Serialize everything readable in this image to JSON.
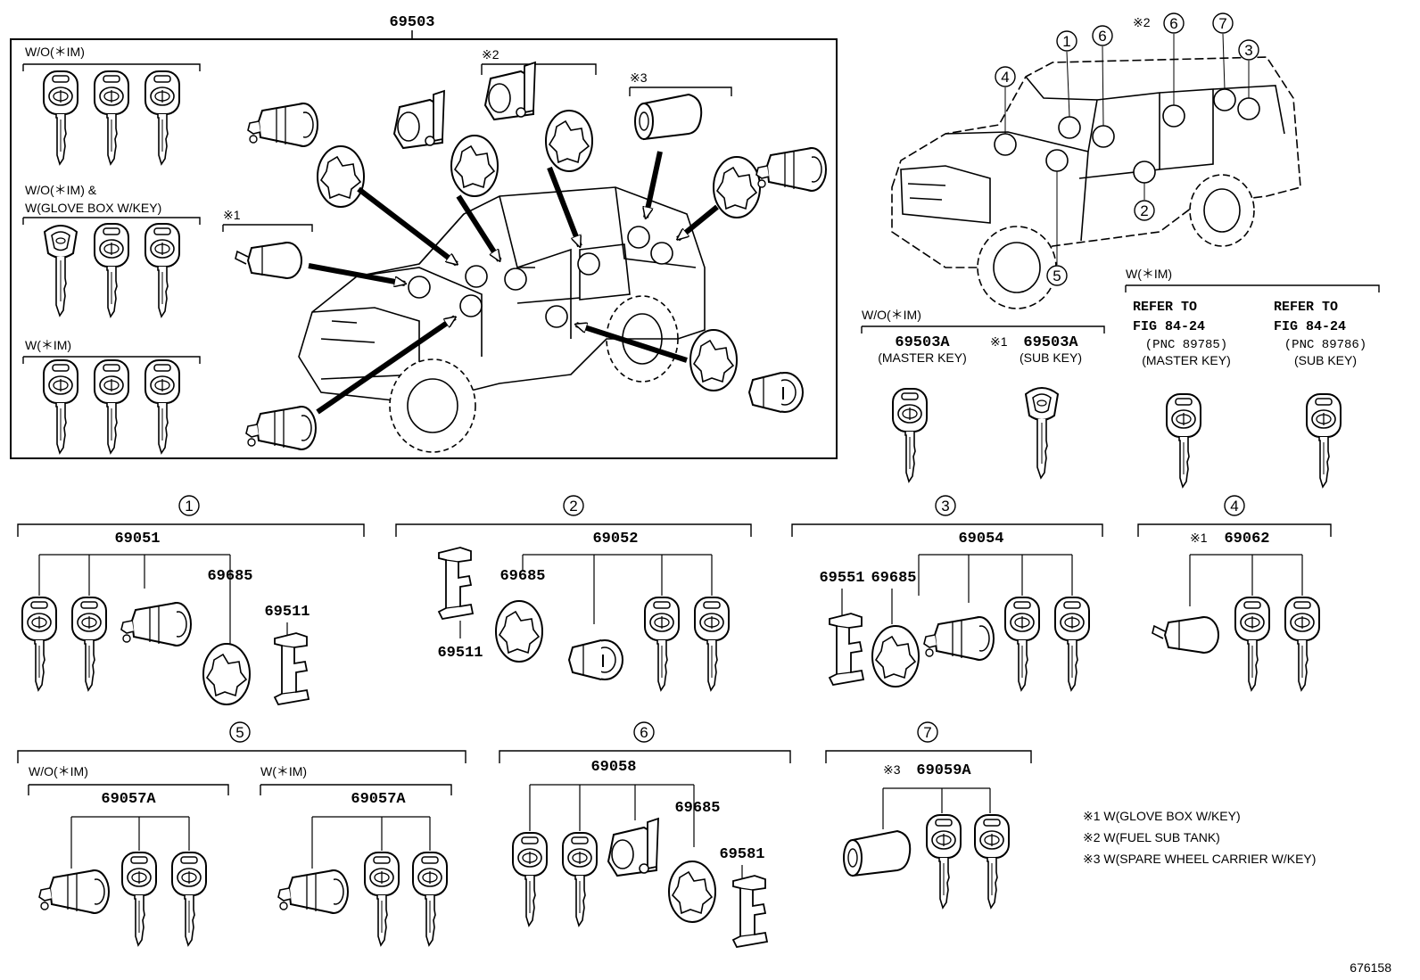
{
  "figure_id": "676158",
  "main_box": {
    "part_number": "69503",
    "group_wo_im": "W/O(＊IM)",
    "group_wo_im_glove_line1": "W/O(＊IM) &",
    "group_wo_im_glove_line2": "W(GLOVE BOX W/KEY)",
    "group_w_im": "W(＊IM)",
    "note1_mark": "※1",
    "note2_mark": "※2",
    "note3_mark": "※3"
  },
  "vehicle_callouts": {
    "note2_mark": "※2",
    "items": [
      "1",
      "2",
      "3",
      "4",
      "5",
      "6",
      "7"
    ]
  },
  "key_sets": {
    "wo_im": {
      "group": "W/O(＊IM)",
      "master_pn": "69503A",
      "master_label": "(MASTER KEY)",
      "sub_mark": "※1",
      "sub_pn": "69503A",
      "sub_label": "(SUB KEY)"
    },
    "w_im": {
      "group": "W(＊IM)",
      "master_ref1": "REFER TO",
      "master_ref2": "FIG 84-24",
      "master_pnc": "(PNC 89785)",
      "master_label": "(MASTER KEY)",
      "sub_ref1": "REFER TO",
      "sub_ref2": "FIG 84-24",
      "sub_pnc": "(PNC 89786)",
      "sub_label": "(SUB KEY)"
    }
  },
  "sections": {
    "s1": {
      "num": "1",
      "main_pn": "69051",
      "pn_a": "69685",
      "pn_b": "69511"
    },
    "s2": {
      "num": "2",
      "main_pn": "69052",
      "pn_a": "69685",
      "pn_b": "69511"
    },
    "s3": {
      "num": "3",
      "main_pn": "69054",
      "pn_a": "69551",
      "pn_b": "69685"
    },
    "s4": {
      "num": "4",
      "mark": "※1",
      "main_pn": "69062"
    },
    "s5": {
      "num": "5",
      "group_a": "W/O(＊IM)",
      "pn_a": "69057A",
      "group_b": "W(＊IM)",
      "pn_b": "69057A"
    },
    "s6": {
      "num": "6",
      "main_pn": "69058",
      "pn_a": "69685",
      "pn_b": "69581"
    },
    "s7": {
      "num": "7",
      "mark": "※3",
      "main_pn": "69059A"
    }
  },
  "notes": [
    "※1 W(GLOVE BOX W/KEY)",
    "※2 W(FUEL SUB TANK)",
    "※3 W(SPARE WHEEL CARRIER W/KEY)"
  ]
}
